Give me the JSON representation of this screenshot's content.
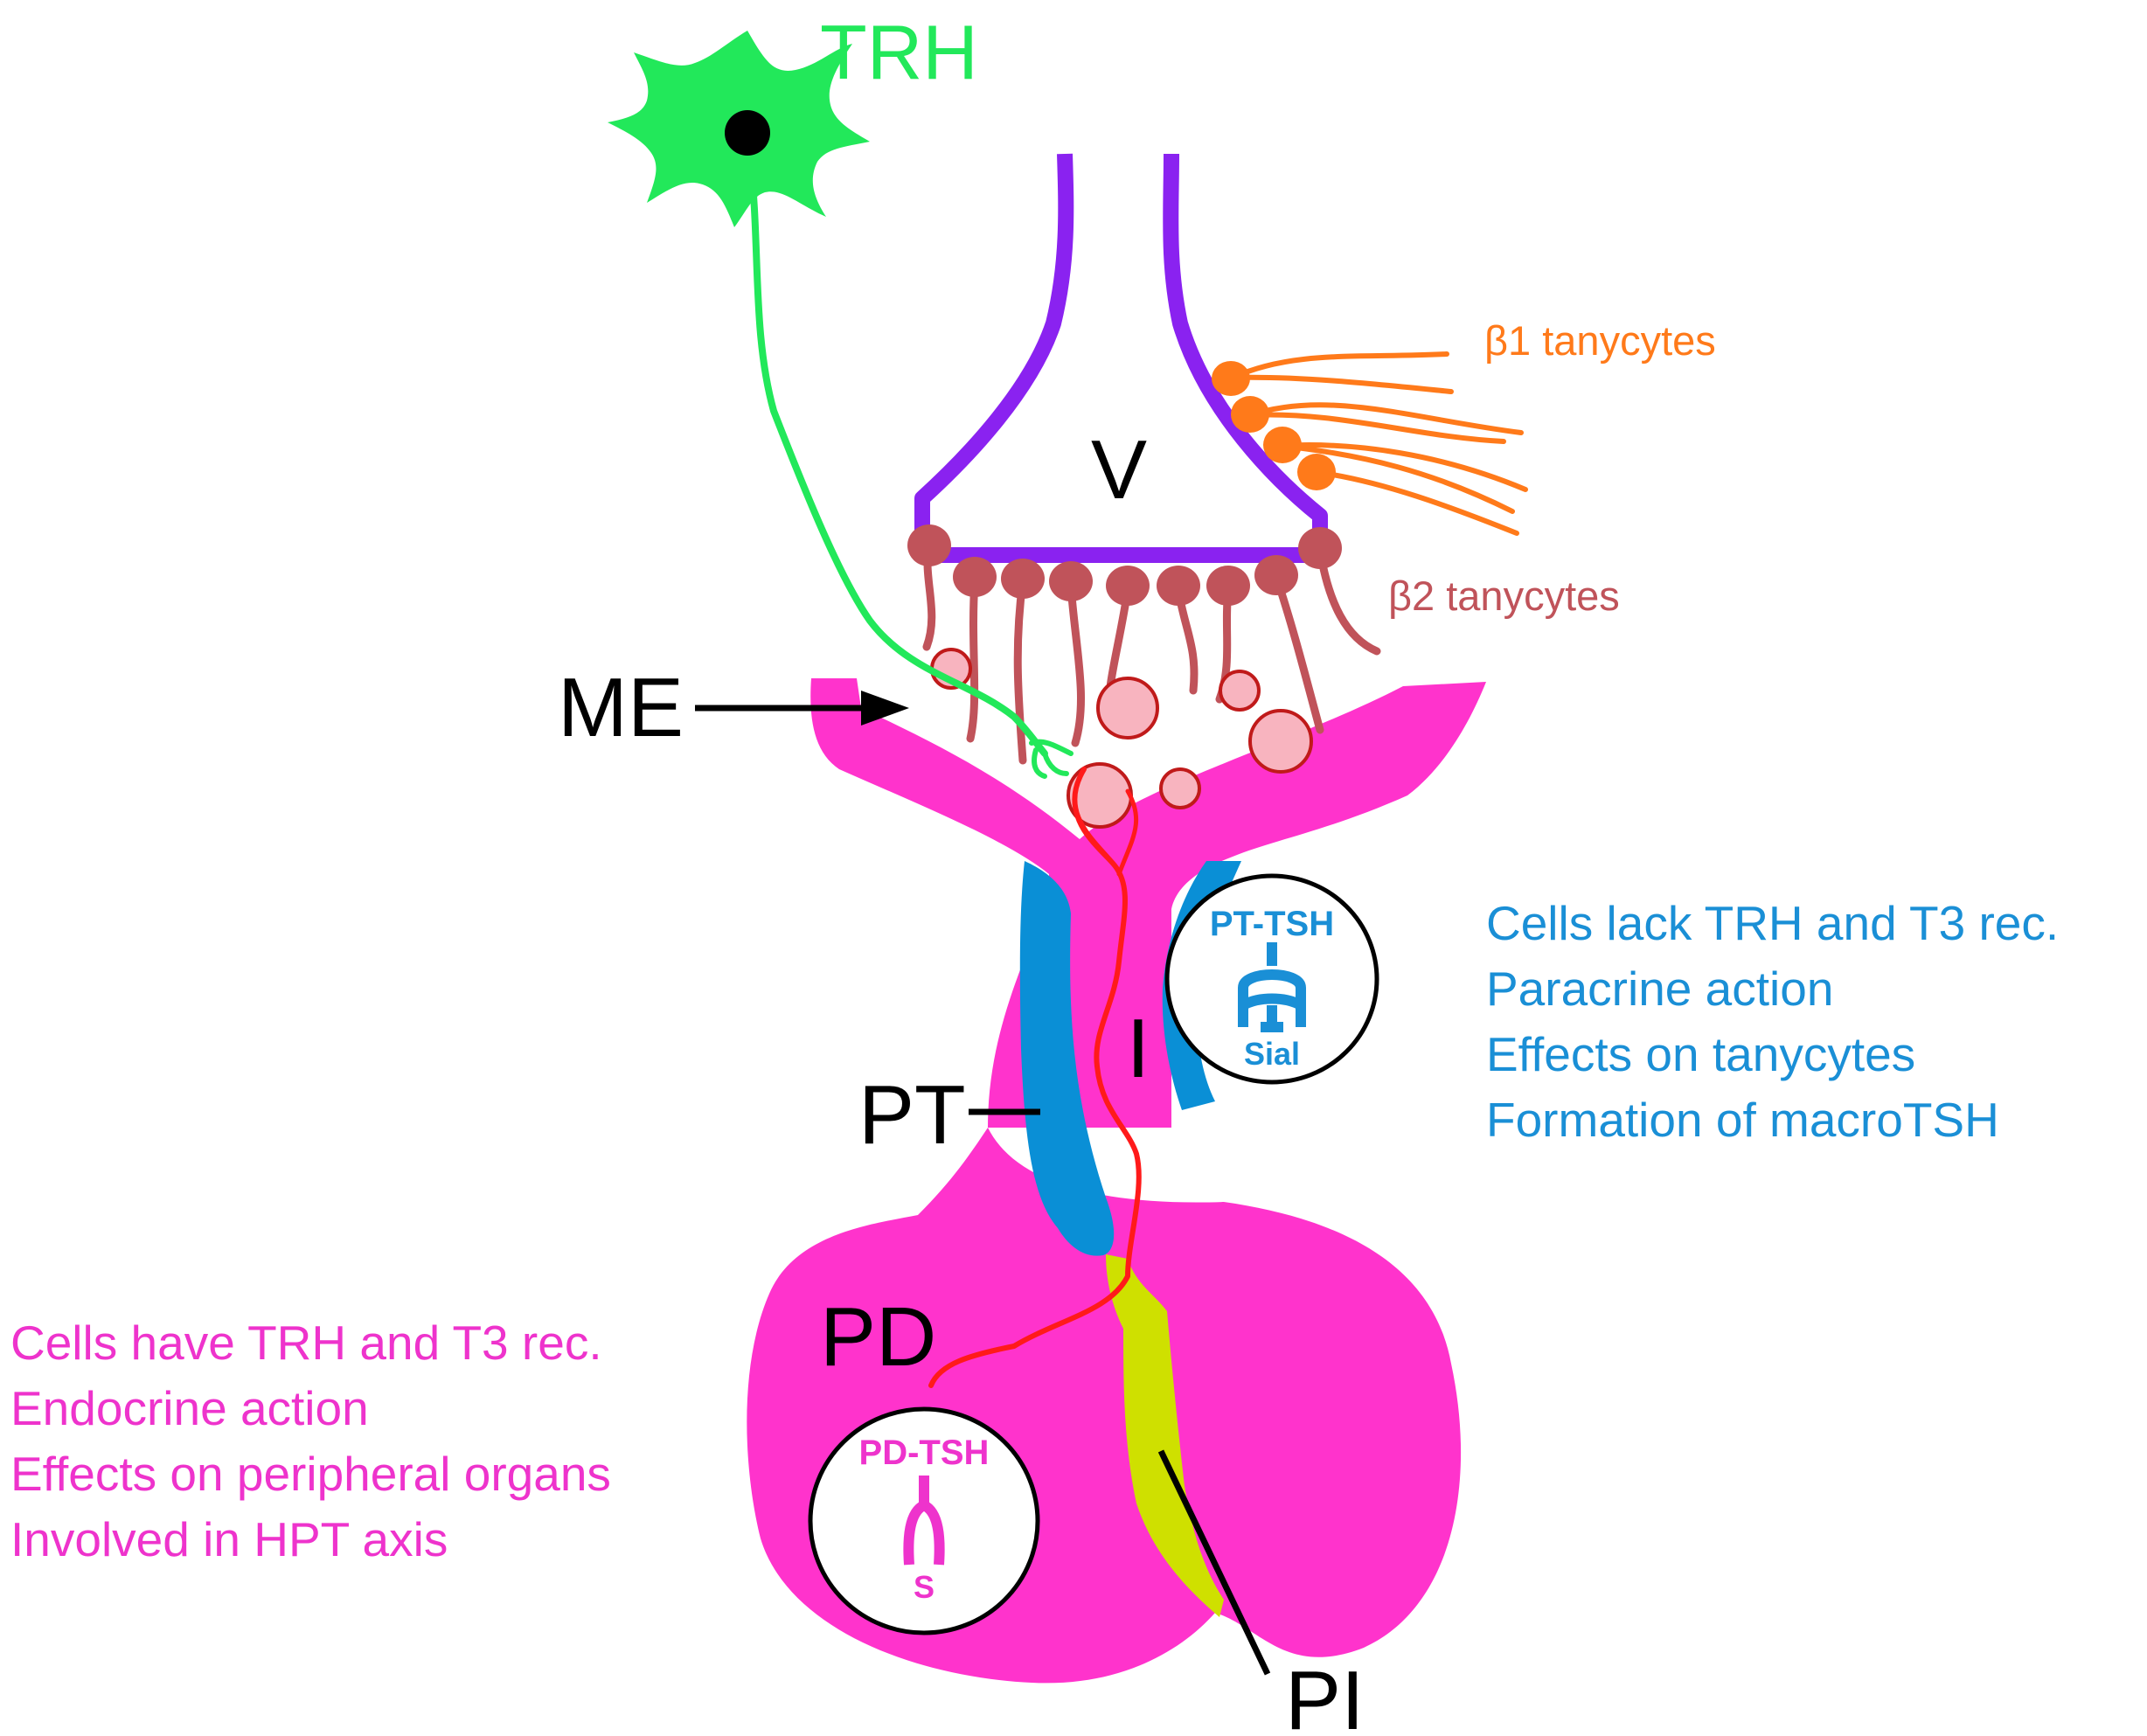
{
  "labels": {
    "trh": "TRH",
    "ventricle": "V",
    "beta1": "β1 tanycytes",
    "beta2": "β2 tanycytes",
    "me": "ME",
    "pt": "PT",
    "intermediate": "I",
    "pd": "PD",
    "pi": "PI"
  },
  "pt_tsh": {
    "title": "PT-TSH",
    "subtitle": "Sial",
    "notes": [
      "Cells lack TRH and T3 rec.",
      "Paracrine action",
      "Effects on tanycytes",
      "Formation of macroTSH"
    ]
  },
  "pd_tsh": {
    "title": "PD-TSH",
    "subtitle": "S",
    "notes": [
      "Cells have TRH and T3 rec.",
      "Endocrine action",
      "Effects on peripheral organs",
      "Involved in HPT axis"
    ]
  },
  "colors": {
    "trh_neuron": "#22e85a",
    "ventricle_wall": "#8a22f0",
    "beta1_tanycytes": "#ff7a1a",
    "beta2_tanycytes": "#c0535a",
    "pituitary": "#ff33cc",
    "pars_tuberalis": "#0a8fd6",
    "pars_intermedia": "#cfe000",
    "capillary": "#ff1a1a",
    "blood_cells": "#f8b4bf",
    "pt_text": "#1a8fd6",
    "pd_text": "#ee33cc"
  }
}
